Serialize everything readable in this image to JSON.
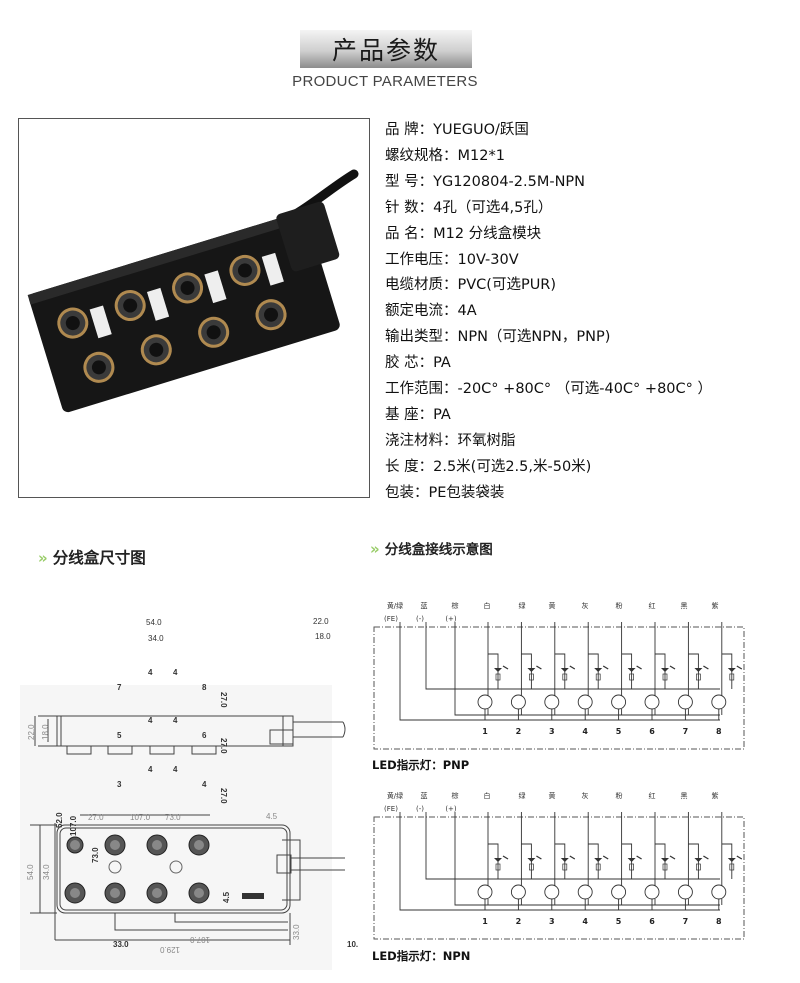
{
  "header": {
    "title": "产品参数",
    "subtitle": "PRODUCT PARAMETERS"
  },
  "specs": [
    "品 牌：YUEGUO/跃国",
    "螺纹规格：M12*1",
    "型 号：YG120804-2.5M-NPN",
    "针 数：4孔（可选4,5孔）",
    "品 名：M12 分线盒模块",
    "工作电压：10V-30V",
    "电缆材质：PVC(可选PUR)",
    "额定电流：4A",
    "输出类型：NPN（可选NPN，PNP)",
    "胶 芯：PA",
    "工作范围：-20C°  +80C° （可选-40C°  +80C° ）",
    "基 座：PA",
    "浇注材料：环氧树脂",
    "长 度：2.5米(可选2.5,米-50米)",
    "包装：PE包装袋装"
  ],
  "sections": {
    "dimensions_title": "分线盒尺寸图",
    "wiring_title": "分线盒接线示意图",
    "chevron": "»"
  },
  "dimensions": {
    "labels": [
      "54.0",
      "34.0",
      "22.0",
      "18.0",
      "4",
      "4",
      "7",
      "8",
      "27.0",
      "4",
      "4",
      "5",
      "6",
      "27.0",
      "4",
      "4",
      "3",
      "4",
      "27.0",
      "52.0",
      "107.0",
      "73.0",
      "33.0",
      "10.",
      "22.0",
      "18.0",
      "54.0",
      "34.0",
      "27.0",
      "107.0",
      "73.0",
      "107.0",
      "4.5",
      "4.5",
      "33.0",
      "129.0"
    ]
  },
  "wiring": {
    "wire_labels": [
      "黄/绿",
      "蓝",
      "棕",
      "白",
      "绿",
      "黄",
      "灰",
      "粉",
      "红",
      "黑",
      "紫"
    ],
    "wire_sub_labels": [
      "(FE)",
      "(-)",
      "(+)"
    ],
    "port_numbers": [
      "1",
      "2",
      "3",
      "4",
      "5",
      "6",
      "7",
      "8"
    ],
    "pnp_label": "LED指示灯：PNP",
    "npn_label": "LED指示灯：NPN"
  }
}
